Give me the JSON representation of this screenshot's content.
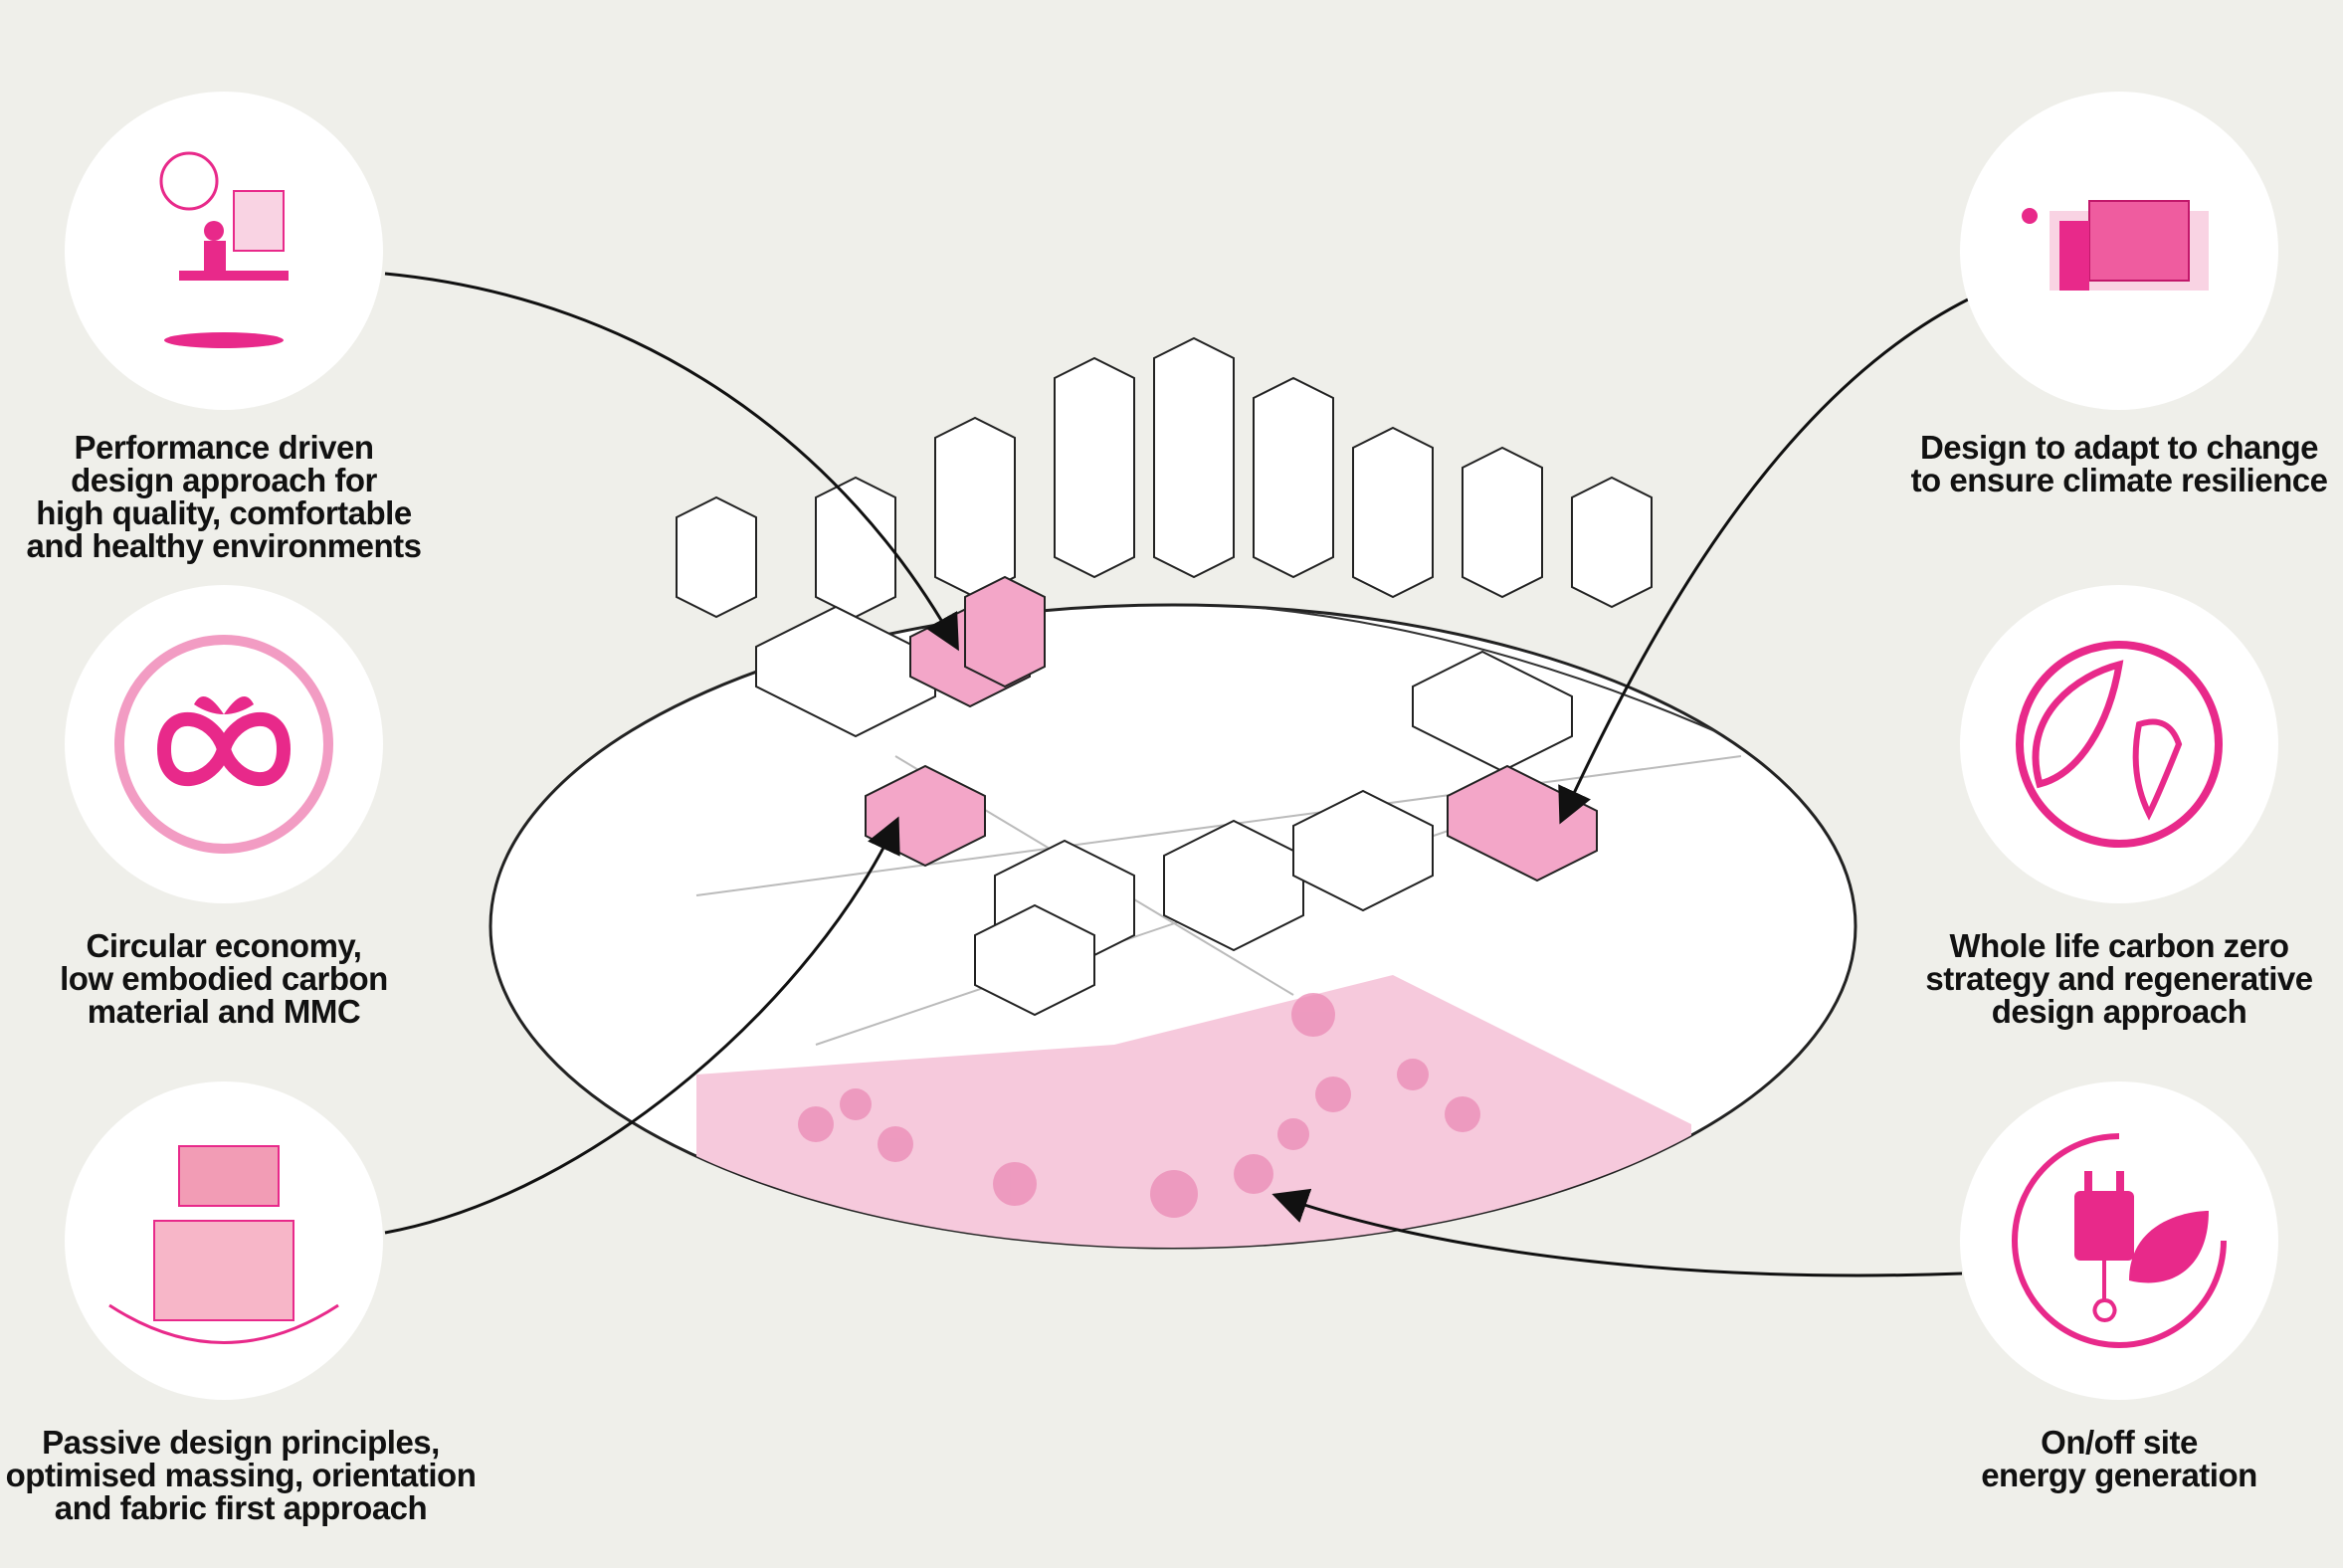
{
  "features": [
    {
      "id": "performance",
      "icon": "designer-at-desk-icon",
      "lines": [
        "Performance driven",
        "design approach for",
        "high quality, comfortable",
        "and healthy environments"
      ]
    },
    {
      "id": "circular",
      "icon": "infinity-sprout-icon",
      "lines": [
        "Circular economy,",
        "low embodied carbon",
        "material and MMC"
      ]
    },
    {
      "id": "passive",
      "icon": "passive-massing-icon",
      "lines": [
        "Passive design principles,",
        "optimised massing, orientation",
        "and fabric first approach"
      ]
    },
    {
      "id": "adapt",
      "icon": "adaptable-building-icon",
      "lines": [
        "Design to adapt to change",
        "to ensure climate resilience"
      ]
    },
    {
      "id": "carbon",
      "icon": "leaf-globe-icon",
      "lines": [
        "Whole life carbon zero",
        "strategy and regenerative",
        "design approach"
      ]
    },
    {
      "id": "energy",
      "icon": "plug-leaf-icon",
      "lines": [
        "On/off site",
        "energy generation"
      ]
    }
  ],
  "colors": {
    "accent": "#e8298a",
    "pink_light": "#f5c6da",
    "background": "#efefea"
  }
}
